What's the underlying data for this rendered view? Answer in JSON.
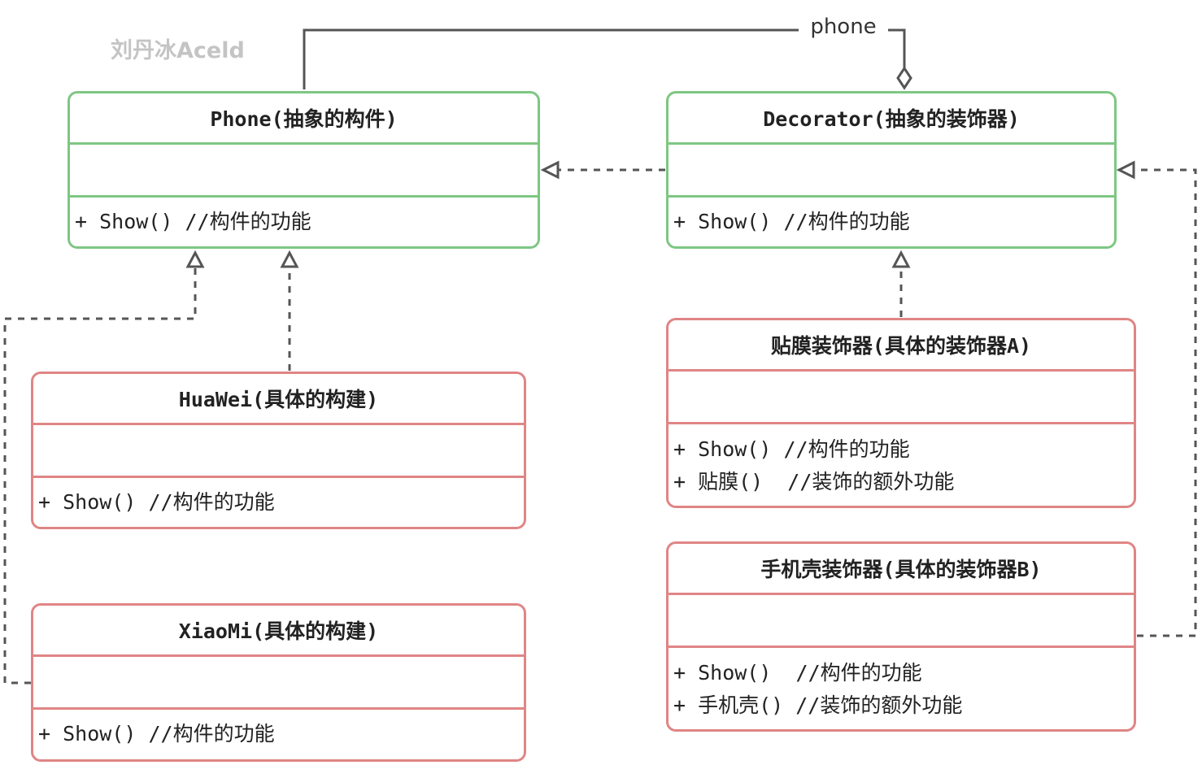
{
  "watermark": "刘丹冰Aceld",
  "association_label": "phone",
  "colors": {
    "abstract_border": "#7ec783",
    "concrete_border": "#e08585",
    "connector": "#555555"
  },
  "classes": {
    "phone": {
      "name": "Phone(抽象的构件)",
      "ops": [
        "+ Show() //构件的功能"
      ]
    },
    "decorator": {
      "name": "Decorator(抽象的装饰器)",
      "ops": [
        "+ Show() //构件的功能"
      ]
    },
    "huawei": {
      "name": "HuaWei(具体的构建)",
      "ops": [
        "+ Show() //构件的功能"
      ]
    },
    "xiaomi": {
      "name": "XiaoMi(具体的构建)",
      "ops": [
        "+ Show() //构件的功能"
      ]
    },
    "film_decorator": {
      "name": "贴膜装饰器(具体的装饰器A)",
      "ops": [
        "+ Show() //构件的功能",
        "+ 贴膜()  //装饰的额外功能"
      ]
    },
    "case_decorator": {
      "name": "手机壳装饰器(具体的装饰器B)",
      "ops": [
        "+ Show()  //构件的功能",
        "+ 手机壳() //装饰的额外功能"
      ]
    }
  }
}
